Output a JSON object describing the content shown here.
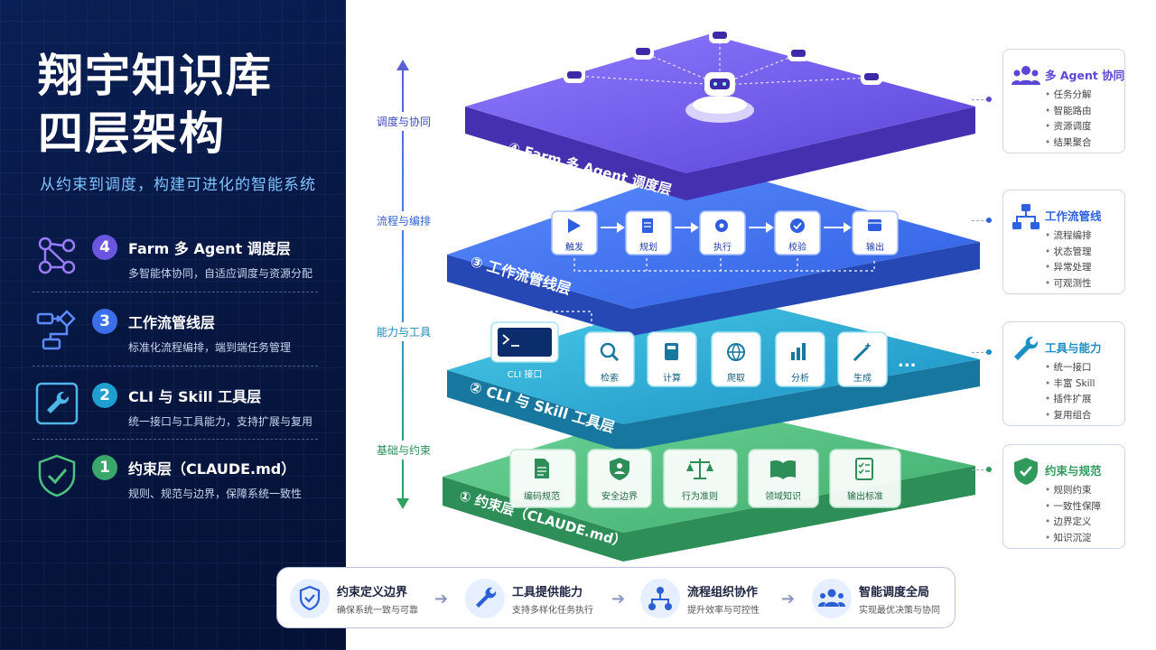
{
  "left": {
    "title_line1": "翔宇知识库",
    "title_line2": "四层架构",
    "subtitle": "从约束到调度，构建可进化的智能系统",
    "layers": [
      {
        "num": "4",
        "title": "Farm 多 Agent 调度层",
        "desc": "多智能体协同，自适应调度与资源分配",
        "color": "#6a55e0",
        "icon": "network-icon"
      },
      {
        "num": "3",
        "title": "工作流管线层",
        "desc": "标准化流程编排，端到端任务管理",
        "color": "#3a6fe8",
        "icon": "flow-icon"
      },
      {
        "num": "2",
        "title": "CLI 与 Skill 工具层",
        "desc": "统一接口与工具能力，支持扩展与复用",
        "color": "#1e9fd0",
        "icon": "wrench-icon"
      },
      {
        "num": "1",
        "title": "约束层（CLAUDE.md）",
        "desc": "规则、规范与边界，保障系统一致性",
        "color": "#3aa86a",
        "icon": "shield-check-icon"
      }
    ]
  },
  "axis_labels": [
    "调度与协同",
    "流程与编排",
    "能力与工具",
    "基础与约束"
  ],
  "stack": {
    "layer4": {
      "label": "④ Farm 多 Agent 调度层",
      "color": "#6b57e6"
    },
    "layer3": {
      "label": "③ 工作流管线层",
      "color": "#3d6ef0",
      "steps": [
        {
          "label": "触发",
          "icon": "play-icon"
        },
        {
          "label": "规划",
          "icon": "document-icon"
        },
        {
          "label": "执行",
          "icon": "gear-icon"
        },
        {
          "label": "校验",
          "icon": "check-icon"
        },
        {
          "label": "输出",
          "icon": "box-icon"
        }
      ]
    },
    "layer2": {
      "label": "② CLI 与 Skill 工具层",
      "color": "#1d9fcf",
      "cli_label": "CLI 接口",
      "tools": [
        {
          "label": "检索",
          "icon": "search-icon"
        },
        {
          "label": "计算",
          "icon": "calculator-icon"
        },
        {
          "label": "爬取",
          "icon": "globe-icon"
        },
        {
          "label": "分析",
          "icon": "chart-icon"
        },
        {
          "label": "生成",
          "icon": "wand-icon"
        }
      ],
      "more": "..."
    },
    "layer1": {
      "label": "① 约束层（CLAUDE.md）",
      "color": "#3aa768",
      "items": [
        {
          "label": "编码规范",
          "icon": "file-icon"
        },
        {
          "label": "安全边界",
          "icon": "shield-person-icon"
        },
        {
          "label": "行为准则",
          "icon": "scale-icon"
        },
        {
          "label": "领域知识",
          "icon": "book-icon"
        },
        {
          "label": "输出标准",
          "icon": "checklist-icon"
        }
      ]
    }
  },
  "right_cards": [
    {
      "title": "多 Agent 协同",
      "color": "#5a47d6",
      "icon": "people-icon",
      "items": [
        "任务分解",
        "智能路由",
        "资源调度",
        "结果聚合"
      ]
    },
    {
      "title": "工作流管线",
      "color": "#2f62e0",
      "icon": "hierarchy-icon",
      "items": [
        "流程编排",
        "状态管理",
        "异常处理",
        "可观测性"
      ]
    },
    {
      "title": "工具与能力",
      "color": "#1b8fc4",
      "icon": "wrench-icon",
      "items": [
        "统一接口",
        "丰富 Skill",
        "插件扩展",
        "复用组合"
      ]
    },
    {
      "title": "约束与规范",
      "color": "#2f9a5c",
      "icon": "shield-check-icon",
      "items": [
        "规则约束",
        "一致性保障",
        "边界定义",
        "知识沉淀"
      ]
    }
  ],
  "bottom": [
    {
      "title": "约束定义边界",
      "desc": "确保系统一致与可靠",
      "icon": "shield-check-icon"
    },
    {
      "title": "工具提供能力",
      "desc": "支持多样化任务执行",
      "icon": "wrench-icon"
    },
    {
      "title": "流程组织协作",
      "desc": "提升效率与可控性",
      "icon": "hierarchy-icon"
    },
    {
      "title": "智能调度全局",
      "desc": "实现最优决策与协同",
      "icon": "people-icon"
    }
  ]
}
